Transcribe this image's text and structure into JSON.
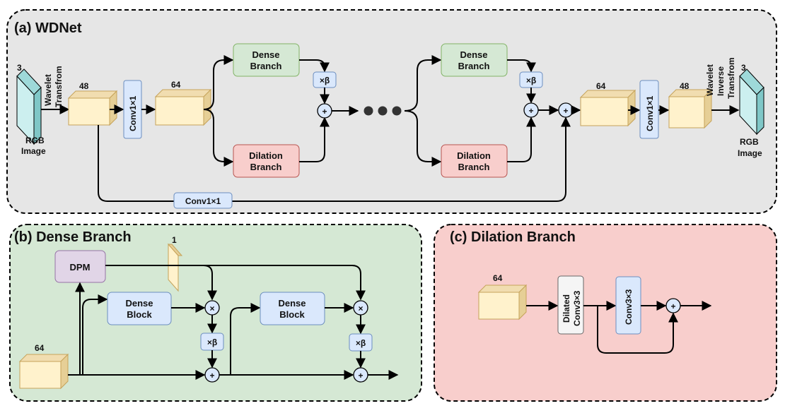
{
  "panels": {
    "a": {
      "title": "(a) WDNet"
    },
    "b": {
      "title": "(b) Dense Branch"
    },
    "c": {
      "title": "(c) Dilation Branch"
    }
  },
  "wdnet": {
    "rgb_in": {
      "channels": "3",
      "label1": "RGB",
      "label2": "Image"
    },
    "wavelet": {
      "line1": "Wavelet",
      "line2": "Transfrom"
    },
    "feat48_in": "48",
    "conv_a": "Conv1×1",
    "feat64_a": "64",
    "dense_branch": {
      "line1": "Dense",
      "line2": "Branch"
    },
    "dilation_branch": {
      "line1": "Dilation",
      "line2": "Branch"
    },
    "beta": "×β",
    "plus": "+",
    "skip_conv": "Conv1×1",
    "feat64_out": "64",
    "conv_b": "Conv1×1",
    "feat48_out": "48",
    "inverse": {
      "line1": "Wavelet",
      "line2": "Inverse",
      "line3": "Transfrom"
    },
    "rgb_out": {
      "channels": "3",
      "label1": "RGB",
      "label2": "Image"
    }
  },
  "dense": {
    "dpm": "DPM",
    "mask_channels": "1",
    "dense_block": {
      "line1": "Dense",
      "line2": "Block"
    },
    "input_channels": "64",
    "times": "×",
    "beta": "×β",
    "plus": "+"
  },
  "dilation": {
    "input_channels": "64",
    "dilated_conv": {
      "line1": "Dilated",
      "line2": "Conv3×3"
    },
    "conv": "Conv3×3",
    "plus": "+"
  },
  "colors": {
    "panel_a": "#e6e6e6",
    "panel_b": "#d5e8d4",
    "panel_c": "#f8cecc",
    "cube_face": "#fff2cc",
    "cube_side": "#e6cf96",
    "blue_box": "#dae8fc",
    "green_box": "#d5e8d4",
    "red_box": "#f8cecc",
    "dpm_box": "#e1d5e7",
    "rgb_face": "#ccefef"
  }
}
